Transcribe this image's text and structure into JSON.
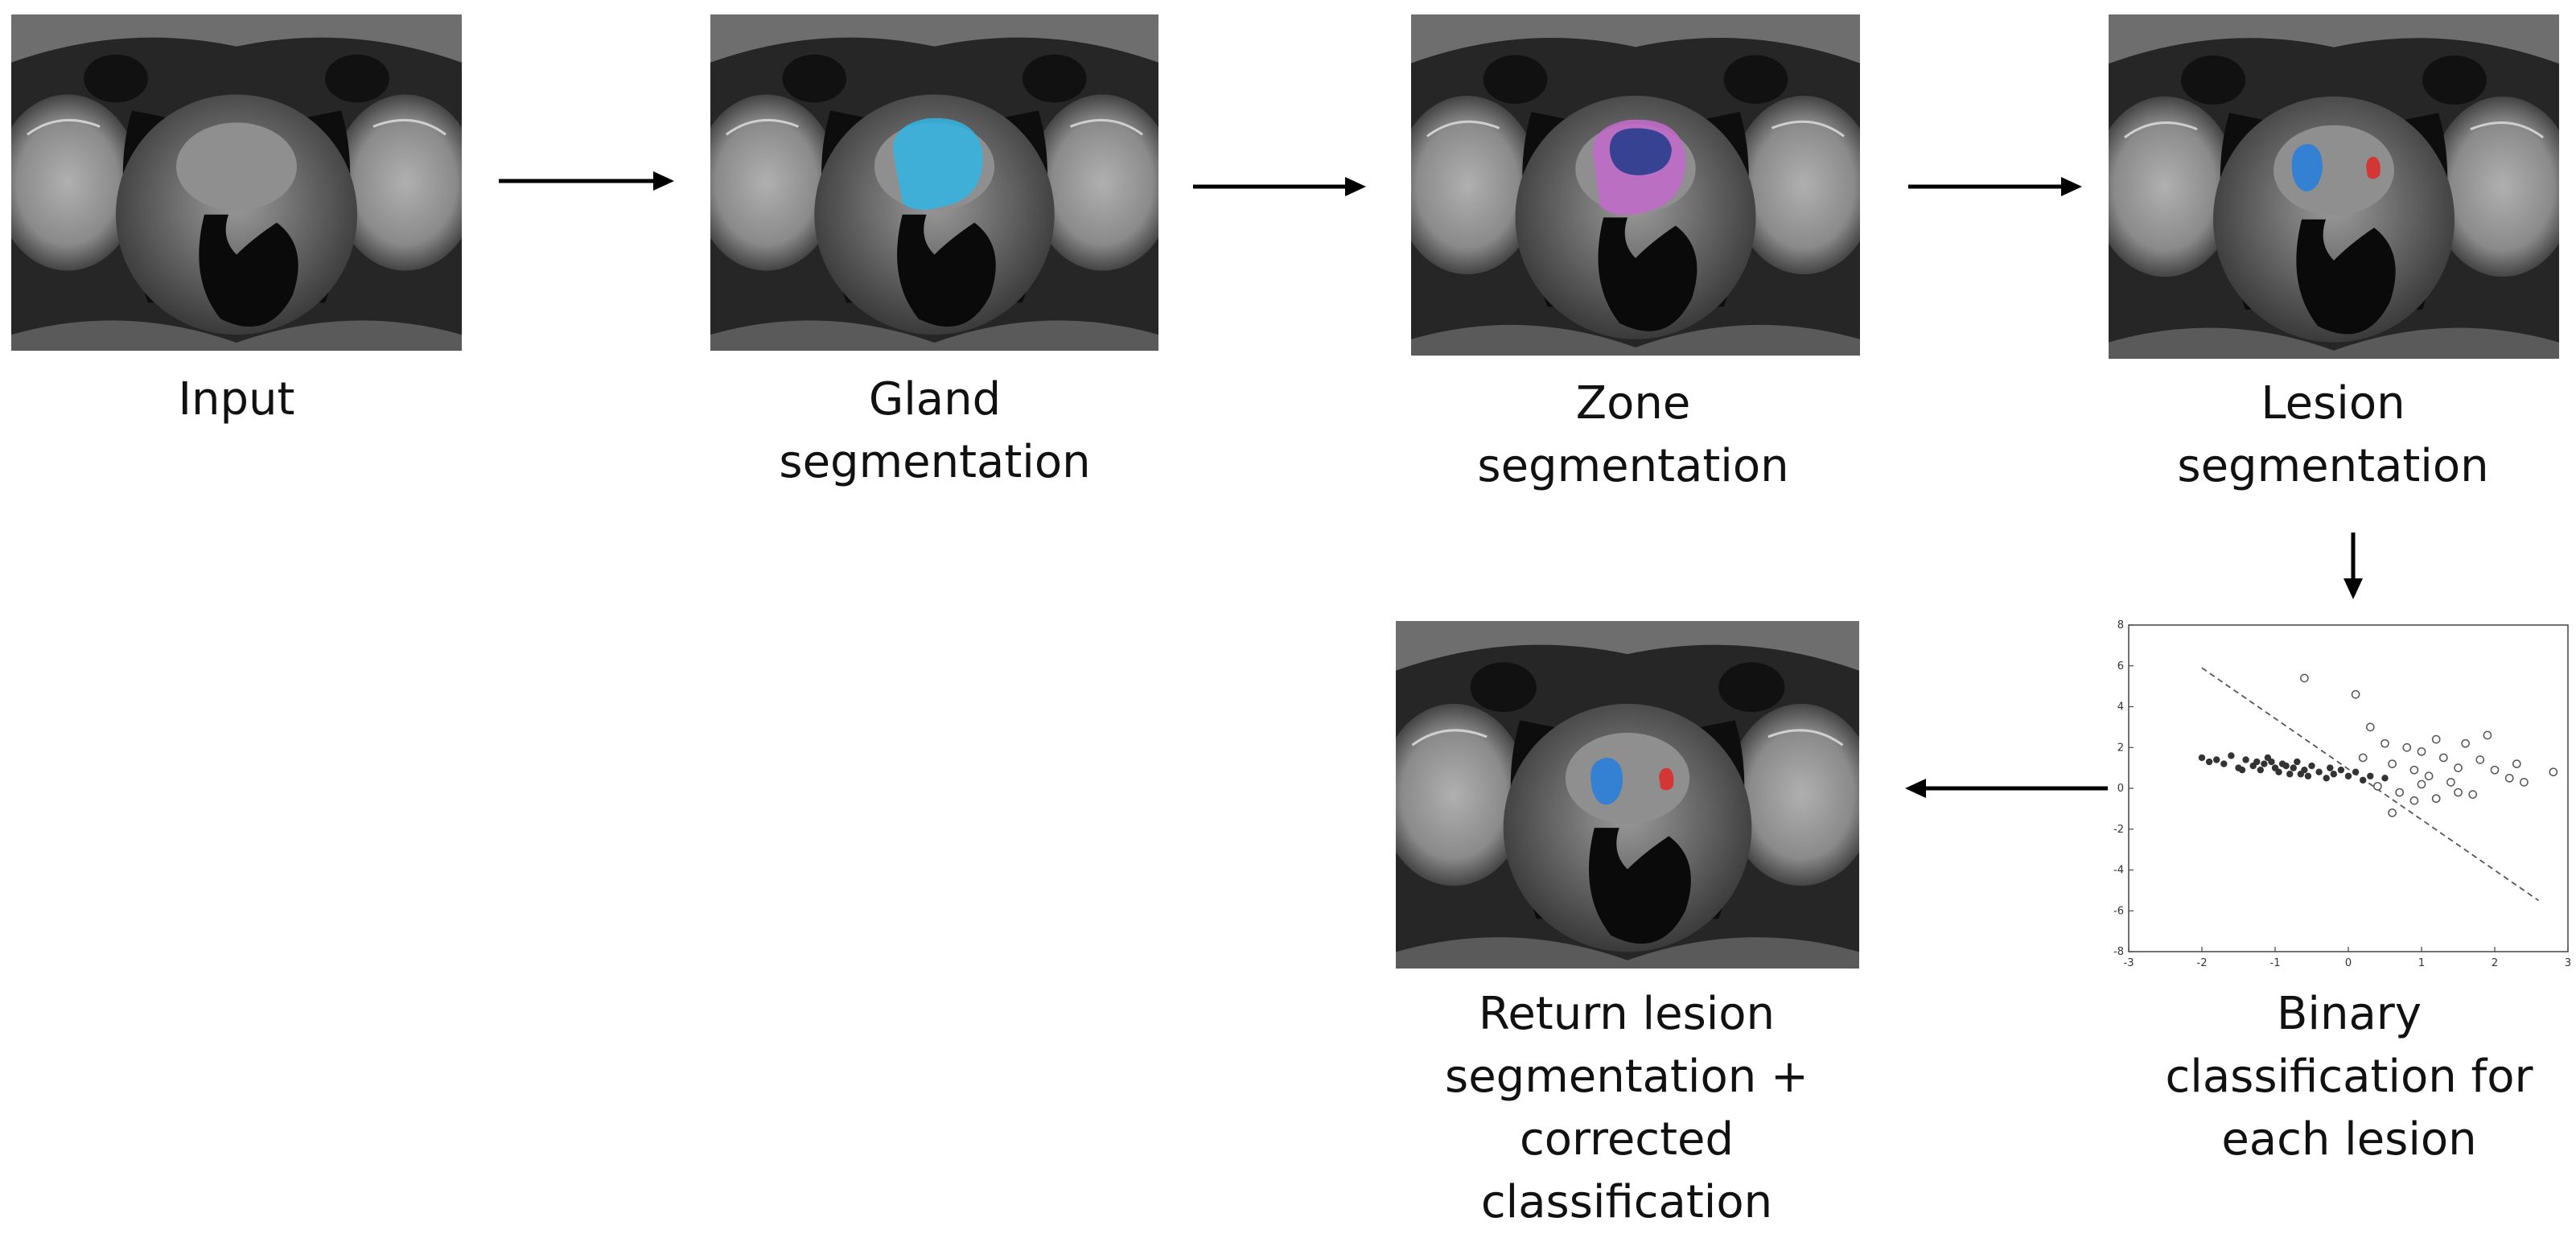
{
  "steps": {
    "input": [
      "Input"
    ],
    "gland": [
      "Gland",
      "segmentation"
    ],
    "zone": [
      "Zone",
      "segmentation"
    ],
    "lesion": [
      "Lesion",
      "segmentation"
    ],
    "binary": [
      "Binary",
      "classification for",
      "each lesion"
    ],
    "result": [
      "Return lesion",
      "segmentation +",
      "corrected",
      "classification"
    ]
  },
  "overlay_colors": {
    "gland": "#33b5e5",
    "zone_peripheral": "#c06bc9",
    "zone_transition": "#2f3f8f",
    "lesion_blue": "#2f7fd6",
    "lesion_red": "#d83030"
  },
  "chart_data": {
    "type": "scatter",
    "title": "",
    "xlabel": "",
    "ylabel": "",
    "xlim": [
      -3,
      3
    ],
    "ylim": [
      -8,
      8
    ],
    "xticks": [
      -3,
      -2,
      -1,
      0,
      1,
      2,
      3
    ],
    "yticks": [
      -8,
      -6,
      -4,
      -2,
      0,
      2,
      4,
      6,
      8
    ],
    "grid": false,
    "decision_boundary": {
      "style": "dashed",
      "points": [
        [
          -2.0,
          5.9
        ],
        [
          2.6,
          -5.5
        ]
      ]
    },
    "series": [
      {
        "marker": "filled",
        "color": "#333333",
        "points": [
          [
            -2.0,
            1.5
          ],
          [
            -1.9,
            1.3
          ],
          [
            -1.8,
            1.4
          ],
          [
            -1.7,
            1.2
          ],
          [
            -1.6,
            1.6
          ],
          [
            -1.5,
            1.0
          ],
          [
            -1.4,
            1.4
          ],
          [
            -1.3,
            1.1
          ],
          [
            -1.25,
            1.3
          ],
          [
            -1.2,
            0.9
          ],
          [
            -1.15,
            1.2
          ],
          [
            -1.1,
            1.5
          ],
          [
            -1.0,
            1.0
          ],
          [
            -0.95,
            0.8
          ],
          [
            -0.9,
            1.2
          ],
          [
            -0.85,
            1.1
          ],
          [
            -0.8,
            0.7
          ],
          [
            -0.75,
            1.0
          ],
          [
            -0.7,
            1.3
          ],
          [
            -0.6,
            0.9
          ],
          [
            -0.55,
            0.6
          ],
          [
            -0.5,
            1.1
          ],
          [
            -0.4,
            0.8
          ],
          [
            -0.3,
            0.5
          ],
          [
            -0.25,
            1.0
          ],
          [
            -0.2,
            0.7
          ],
          [
            -0.1,
            0.9
          ],
          [
            0.0,
            0.6
          ],
          [
            0.1,
            0.8
          ],
          [
            0.2,
            0.4
          ],
          [
            0.3,
            0.6
          ],
          [
            0.5,
            0.5
          ],
          [
            -1.45,
            0.9
          ],
          [
            -1.05,
            1.3
          ],
          [
            -0.65,
            0.7
          ]
        ]
      },
      {
        "marker": "open",
        "color": "#555555",
        "points": [
          [
            -0.6,
            5.4
          ],
          [
            0.3,
            3.0
          ],
          [
            0.5,
            2.2
          ],
          [
            0.2,
            1.5
          ],
          [
            0.6,
            1.2
          ],
          [
            0.8,
            2.0
          ],
          [
            1.0,
            1.8
          ],
          [
            1.2,
            2.4
          ],
          [
            0.9,
            0.9
          ],
          [
            1.1,
            0.6
          ],
          [
            1.3,
            1.5
          ],
          [
            1.5,
            1.0
          ],
          [
            1.6,
            2.2
          ],
          [
            1.8,
            1.4
          ],
          [
            2.0,
            0.9
          ],
          [
            2.2,
            0.5
          ],
          [
            1.4,
            0.3
          ],
          [
            1.0,
            0.2
          ],
          [
            0.7,
            -0.2
          ],
          [
            0.4,
            0.1
          ],
          [
            0.6,
            -1.2
          ],
          [
            1.2,
            -0.5
          ],
          [
            1.7,
            -0.3
          ],
          [
            2.4,
            0.3
          ],
          [
            2.8,
            0.8
          ],
          [
            1.9,
            2.6
          ],
          [
            0.1,
            4.6
          ],
          [
            0.9,
            -0.6
          ],
          [
            1.5,
            -0.2
          ],
          [
            2.3,
            1.2
          ]
        ]
      }
    ]
  }
}
